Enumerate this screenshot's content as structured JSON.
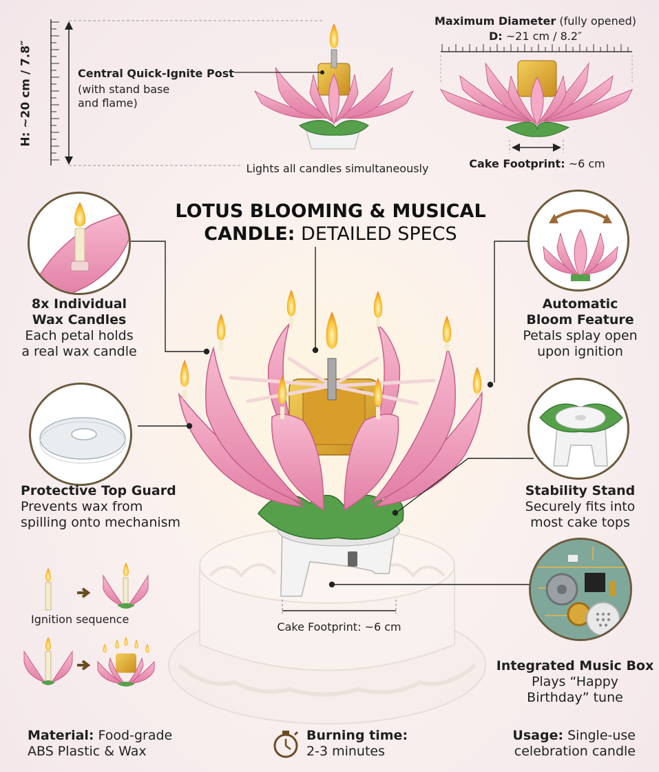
{
  "title": {
    "line1": "LOTUS BLOOMING & MUSICAL",
    "line2_bold": "CANDLE:",
    "line2_light": " DETAILED SPECS"
  },
  "top_left": {
    "height_label": "H: ~20 cm / 7.8″",
    "post_title": "Central Quick-Ignite Post",
    "post_sub1": "(with stand base",
    "post_sub2": "and flame)",
    "caption": "Lights all candles simultaneously"
  },
  "top_right": {
    "diameter_title": "Maximum Diameter",
    "diameter_note": " (fully opened)",
    "diameter_value_label": "D:",
    "diameter_value": " ~21 cm / 8.2″",
    "footprint_label": "Cake Footprint:",
    "footprint_value": " ~6 cm"
  },
  "features": {
    "candles": {
      "title1": "8x Individual",
      "title2": "Wax Candles",
      "desc1": "Each petal holds",
      "desc2": "a real wax candle"
    },
    "bloom": {
      "title1": "Automatic",
      "title2": "Bloom Feature",
      "desc1": "Petals splay open",
      "desc2": "upon ignition"
    },
    "guard": {
      "title": "Protective Top Guard",
      "desc1": "Prevents wax from",
      "desc2": "spilling onto mechanism"
    },
    "stand": {
      "title": "Stability Stand",
      "desc1": "Securely fits into",
      "desc2": "most cake tops"
    },
    "music": {
      "title": "Integrated Music Box",
      "desc1": "Plays “Happy",
      "desc2": "Birthday” tune"
    }
  },
  "center": {
    "footprint": "Cake Footprint: ~6 cm"
  },
  "sequence": {
    "label": "Ignition sequence"
  },
  "bottom": {
    "material_label": "Material:",
    "material_v1": " Food-grade",
    "material_v2": "ABS Plastic & Wax",
    "burn_label": "Burning time:",
    "burn_value": "2-3 minutes",
    "usage_label": "Usage:",
    "usage_v1": " Single-use",
    "usage_v2": "celebration candle"
  },
  "colors": {
    "petal": "#f0a3bf",
    "petal_dark": "#d9719a",
    "leaf": "#4f9a45",
    "gold": "#e6b53c",
    "flame": "#f5b51a",
    "ring": "#6b5a3e"
  }
}
